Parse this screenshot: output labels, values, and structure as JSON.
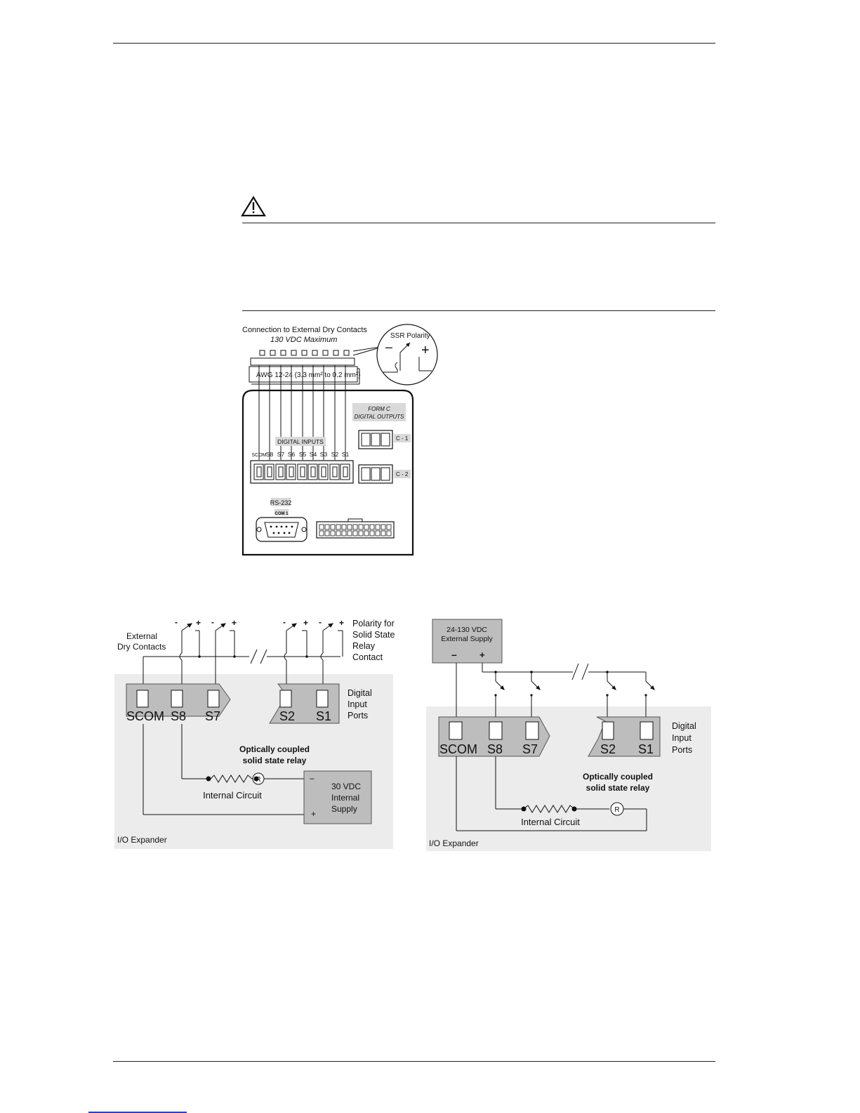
{
  "top_diagram": {
    "title": "Connection to External Dry Contacts",
    "subtitle": "130 VDC Maximum",
    "ssr_polarity_label": "SSR Polarity",
    "ssr_minus": "–",
    "ssr_plus": "+",
    "awg_label": "AWG 12-24 (3.3 mm² to 0.2 mm²)",
    "form_c_line1": "FORM C",
    "form_c_line2": "DIGITAL OUTPUTS",
    "c1_label": "C - 1",
    "c2_label": "C - 2",
    "digital_inputs_label": "DIGITAL INPUTS",
    "terminal_labels": [
      "SCOM",
      "S8",
      "S7",
      "S6",
      "S5",
      "S4",
      "S3",
      "S2",
      "S1"
    ],
    "rs232_label": "RS-232",
    "com1_label": "COM 1"
  },
  "left_diagram": {
    "external_dry_contacts": [
      "External",
      "Dry Contacts"
    ],
    "polarity_note": [
      "Polarity for",
      "Solid State",
      "Relay",
      "Contact"
    ],
    "minus_sign": "-",
    "plus_sign": "+",
    "ports_left": [
      "SCOM",
      "S8",
      "S7"
    ],
    "ports_right": [
      "S2",
      "S1"
    ],
    "digital_input_ports": [
      "Digital",
      "Input",
      "Ports"
    ],
    "optically_coupled": [
      "Optically coupled",
      "solid state relay"
    ],
    "internal_circuit": "Internal Circuit",
    "resistor_symbol": "R",
    "supply_minus": "–",
    "supply_plus": "+",
    "supply_label": [
      "30 VDC",
      "Internal",
      "Supply"
    ],
    "io_expander": "I/O Expander"
  },
  "right_diagram": {
    "supply_label": [
      "24-130 VDC",
      "External Supply"
    ],
    "supply_minus": "–",
    "supply_plus": "+",
    "ports_left": [
      "SCOM",
      "S8",
      "S7"
    ],
    "ports_right": [
      "S2",
      "S1"
    ],
    "digital_input_ports": [
      "Digital",
      "Input",
      "Ports"
    ],
    "optically_coupled": [
      "Optically coupled",
      "solid state relay"
    ],
    "internal_circuit": "Internal Circuit",
    "resistor_symbol": "R",
    "io_expander": "I/O Expander"
  }
}
